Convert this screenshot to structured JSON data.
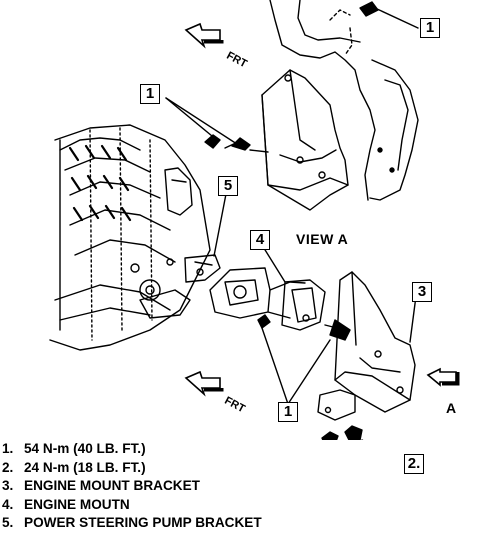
{
  "diagram": {
    "callouts": [
      {
        "id": "c1a",
        "text": "1"
      },
      {
        "id": "c1b",
        "text": "1"
      },
      {
        "id": "c1c",
        "text": "1"
      },
      {
        "id": "c2",
        "text": "2."
      },
      {
        "id": "c3",
        "text": "3"
      },
      {
        "id": "c4",
        "text": "4"
      },
      {
        "id": "c5",
        "text": "5"
      }
    ],
    "view_label": "VIEW A",
    "arrow_label": "A",
    "front_label": "FRT"
  },
  "legend": [
    {
      "num": "1.",
      "text": "54 N-m (40 LB. FT.)"
    },
    {
      "num": "2.",
      "text": "24 N-m (18 LB. FT.)"
    },
    {
      "num": "3.",
      "text": "ENGINE MOUNT BRACKET"
    },
    {
      "num": "4.",
      "text": "ENGINE MOUTN"
    },
    {
      "num": "5.",
      "text": "POWER STEERING PUMP BRACKET"
    }
  ]
}
